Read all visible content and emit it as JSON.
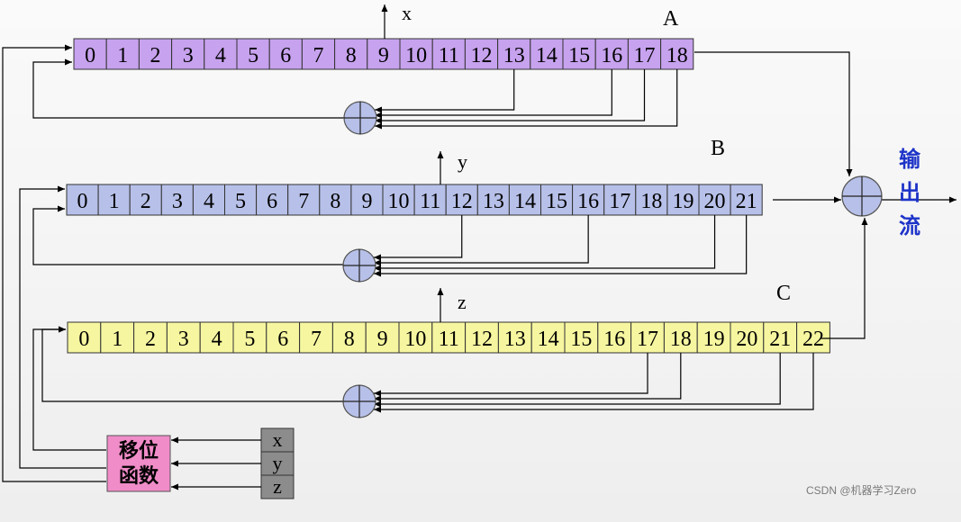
{
  "registers": [
    {
      "name": "A",
      "tap_label": "x",
      "cells": [
        "0",
        "1",
        "2",
        "3",
        "4",
        "5",
        "6",
        "7",
        "8",
        "9",
        "10",
        "11",
        "12",
        "13",
        "14",
        "15",
        "16",
        "17",
        "18"
      ],
      "fill": "#c7a2ee",
      "feedback_taps": [
        13,
        16,
        17,
        18
      ]
    },
    {
      "name": "B",
      "tap_label": "y",
      "cells": [
        "0",
        "1",
        "2",
        "3",
        "4",
        "5",
        "6",
        "7",
        "8",
        "9",
        "10",
        "11",
        "12",
        "13",
        "14",
        "15",
        "16",
        "17",
        "18",
        "19",
        "20",
        "21"
      ],
      "fill": "#b7c0e8",
      "feedback_taps": [
        12,
        16,
        20,
        21
      ]
    },
    {
      "name": "C",
      "tap_label": "z",
      "cells": [
        "0",
        "1",
        "2",
        "3",
        "4",
        "5",
        "6",
        "7",
        "8",
        "9",
        "10",
        "11",
        "12",
        "13",
        "14",
        "15",
        "16",
        "17",
        "18",
        "19",
        "20",
        "21",
        "22"
      ],
      "fill": "#f6f6a0",
      "feedback_taps": [
        17,
        18,
        21,
        22
      ]
    }
  ],
  "output_label": [
    "输",
    "出",
    "流"
  ],
  "shift_function_label": [
    "移位",
    "函数"
  ],
  "shift_inputs": [
    "x",
    "y",
    "z"
  ],
  "watermark": "CSDN @机器学习Zero",
  "colors": {
    "xor_fill": "#b7c0e8",
    "shift_fill": "#f08cc8",
    "inputs_fill": "#8c8c8c",
    "output_text": "#1d33c8"
  }
}
